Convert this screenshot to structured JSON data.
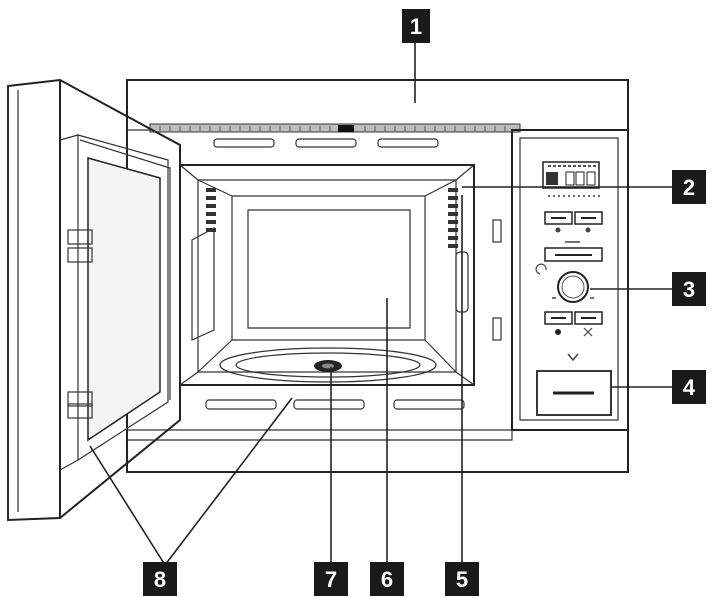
{
  "callouts": [
    {
      "id": "1",
      "label": "1"
    },
    {
      "id": "2",
      "label": "2"
    },
    {
      "id": "3",
      "label": "3"
    },
    {
      "id": "4",
      "label": "4"
    },
    {
      "id": "5",
      "label": "5"
    },
    {
      "id": "6",
      "label": "6"
    },
    {
      "id": "7",
      "label": "7"
    },
    {
      "id": "8",
      "label": "8"
    }
  ],
  "colors": {
    "line": "#222222",
    "badge": "#1a1a1a",
    "badge_text": "#ffffff",
    "glass": "#f4f4f4"
  }
}
